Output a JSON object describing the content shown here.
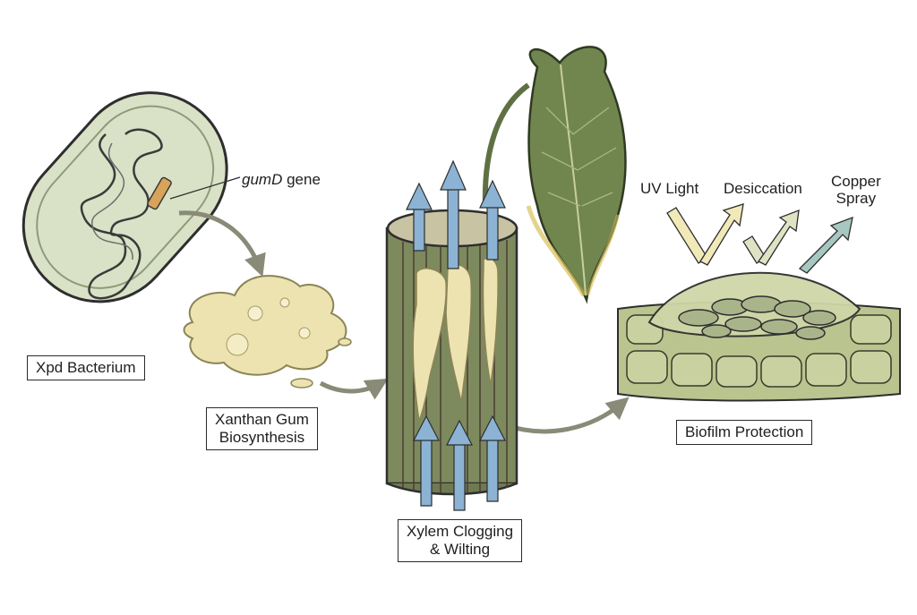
{
  "labels": {
    "bacterium": "Xpd Bacterium",
    "gene_name": "gumD",
    "gene_suffix": "gene",
    "xanthan_line1": "Xanthan Gum",
    "xanthan_line2": "Biosynthesis",
    "xylem_line1": "Xylem Clogging",
    "xylem_line2": "& Wilting",
    "biofilm": "Biofilm Protection",
    "uv": "UV Light",
    "desiccation": "Desiccation",
    "copper_line1": "Copper",
    "copper_line2": "Spray"
  },
  "icons": {
    "flow_arrow": "curved-arrow-icon",
    "water_arrow": "up-arrow-icon",
    "deflect_arrow": "bounce-arrow-icon"
  },
  "colors": {
    "cell_fill": "#d9e2c6",
    "gum_fill": "#ece3b0",
    "stem_fill": "#7d8a5e",
    "water_arrow": "#8cb3d4",
    "leaf": "#71864f",
    "uv_arrow": "#f1e9b8",
    "desiccation_arrow": "#dfe3c4",
    "copper_arrow": "#a7c8c2",
    "flow_arrow": "#8a8a78"
  }
}
